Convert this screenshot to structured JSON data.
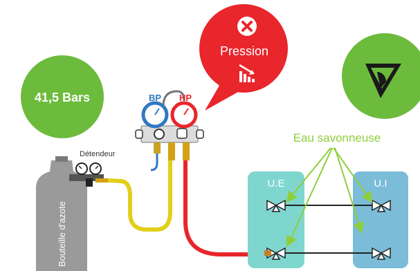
{
  "pressure_value": "41,5 Bars",
  "alert": {
    "label": "Pression",
    "icon": "close-icon",
    "trend_icon": "pressure-drop-chart-icon",
    "color": "#e8262b"
  },
  "eye_badge": {
    "icon": "eye-check-icon",
    "color": "#6cbb3c"
  },
  "manifold": {
    "low_label": "BP",
    "high_label": "HP",
    "low_color": "#2f78c4",
    "high_color": "#e8262b"
  },
  "regulator_label": "Détendeur",
  "cylinder_label": "Bouteille d'azote",
  "soapy_water_label": "Eau savonneuse",
  "units": {
    "outdoor": "U.E",
    "indoor": "U.I",
    "outdoor_color": "#7fd6cf",
    "indoor_color": "#7bbcd8"
  },
  "colors": {
    "green": "#6cbb3c",
    "hose_yellow": "#e2cf1a",
    "hose_red": "#e8262b",
    "cylinder": "#9a9a9a"
  }
}
